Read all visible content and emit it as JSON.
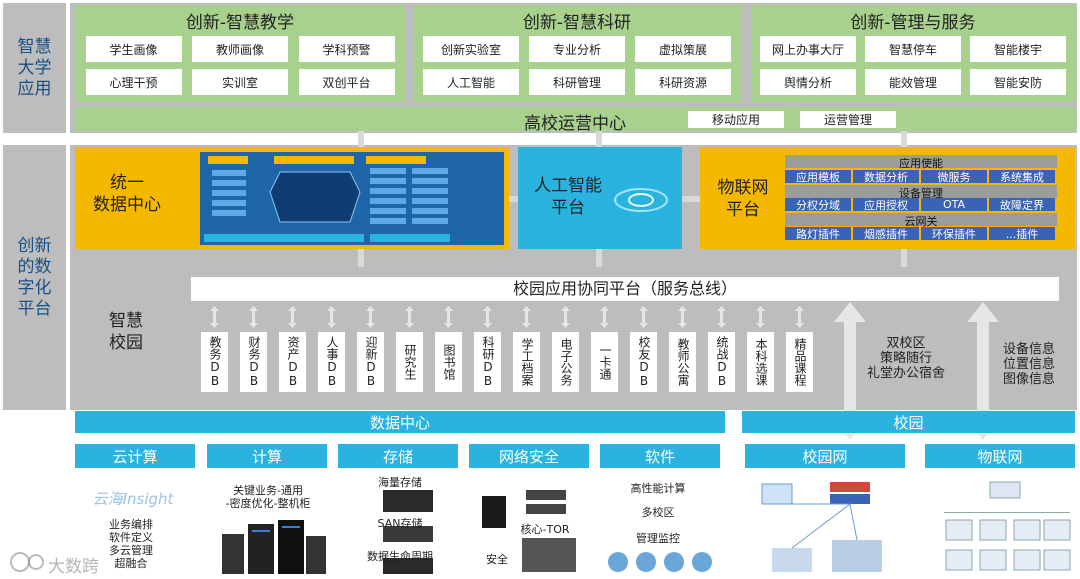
{
  "top": {
    "side_label": "智慧\n大学\n应用",
    "teaching": {
      "title": "创新-智慧教学",
      "items": [
        "学生画像",
        "教师画像",
        "学科预警",
        "心理干预",
        "实训室",
        "双创平台"
      ]
    },
    "research": {
      "title": "创新-智慧科研",
      "items": [
        "创新实验室",
        "专业分析",
        "虚拟策展",
        "人工智能",
        "科研管理",
        "科研资源"
      ]
    },
    "service": {
      "title": "创新-管理与服务",
      "items": [
        "网上办事大厅",
        "智慧停车",
        "智能楼宇",
        "舆情分析",
        "能效管理",
        "智能安防"
      ]
    },
    "ops_center": {
      "title": "高校运营中心",
      "mobile": "移动应用",
      "ops": "运营管理"
    }
  },
  "platform": {
    "side_label": "创新\n的数\n字化\n平台",
    "data_center": "统一\n数据中心",
    "ai": "人工智能\n平台",
    "iot": {
      "title": "物联网\n平台",
      "enable_head": "应用使能",
      "enable_items": [
        "应用模板",
        "数据分析",
        "微服务",
        "系统集成"
      ],
      "device_head": "设备管理",
      "device_items": [
        "分权分域",
        "应用授权",
        "OTA",
        "故障定界"
      ],
      "gateway_head": "云网关",
      "gateway_items": [
        "路灯插件",
        "烟感插件",
        "环保插件",
        "...插件"
      ]
    },
    "campus": {
      "label": "智慧\n校园",
      "bus": "校园应用协同平台（服务总线）",
      "columns": [
        "教务DB",
        "财务DB",
        "资产DB",
        "人事DB",
        "迎新DB",
        "研究生",
        "图书馆",
        "科研DB",
        "学工档案",
        "电子公务",
        "一卡通",
        "校友DB",
        "教师公寓",
        "统战DB",
        "本科选课",
        "精品课程"
      ],
      "dual_campus": "双校区\n策略随行\n礼堂办公宿舍",
      "device_info": "设备信息\n位置信息\n图像信息"
    }
  },
  "infra": {
    "data_center_bar": "数据中心",
    "campus_bar": "校园",
    "cloud": {
      "title": "云计算",
      "logo": "云海Insight",
      "desc": "业务编排\n软件定义\n多云管理\n超融合"
    },
    "compute": {
      "title": "计算",
      "desc": "关键业务-通用\n-密度优化-整机柜"
    },
    "storage": {
      "title": "存储",
      "items": [
        "海量存储",
        "SAN存储",
        "数据生命周期"
      ]
    },
    "security": {
      "title": "网络安全",
      "core": "核心-TOR",
      "safe": "安全"
    },
    "software": {
      "title": "软件",
      "items": [
        "高性能计算",
        "多校区",
        "管理监控"
      ]
    },
    "campus_net": {
      "title": "校园网"
    },
    "iot_net": {
      "title": "物联网"
    },
    "watermark": "大数跨"
  },
  "colors": {
    "green": "#a9d18e",
    "yellow": "#f5b800",
    "blue": "#2bb3e0",
    "gray": "#bdbdbd",
    "navy": "#1a4f86"
  }
}
